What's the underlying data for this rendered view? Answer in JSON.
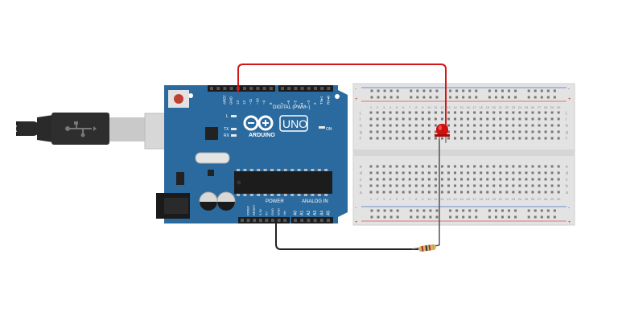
{
  "board": {
    "logo_text": "UNO",
    "brand_text": "ARDUINO",
    "digital_label": "DIGITAL (PWM~)",
    "power_label": "POWER",
    "analog_label": "ANALOG IN",
    "on_label": "ON",
    "led_labels": [
      "L",
      "TX",
      "RX"
    ],
    "top_header_pins": [
      "AREF",
      "GND",
      "13",
      "12",
      "~11",
      "~10",
      "~9",
      "8",
      "7",
      "~6",
      "~5",
      "4",
      "~3",
      "2",
      "TX▸1",
      "RX◂0"
    ],
    "power_pins": [
      "IOREF",
      "RESET",
      "3.3V",
      "5V",
      "GND",
      "GND",
      "Vin"
    ],
    "analog_pins": [
      "A0",
      "A1",
      "A2",
      "A3",
      "A4",
      "A5"
    ]
  },
  "breadboard": {
    "row_letters_top": [
      "j",
      "i",
      "h",
      "g",
      "f"
    ],
    "row_letters_bottom": [
      "e",
      "d",
      "c",
      "b",
      "a"
    ],
    "column_count": 30,
    "rail_minus": "-",
    "rail_plus": "+"
  },
  "components": {
    "led": {
      "color": "#d01010"
    },
    "wire_signal": {
      "color": "#d01818"
    },
    "wire_ground": {
      "color": "#222222"
    },
    "resistor": {
      "body_color": "#d8b46a"
    }
  },
  "colors": {
    "board_blue": "#2b6a9e",
    "header_black": "#1c1c1c",
    "breadboard": "#e3e3e3",
    "rail_red": "#e05050",
    "rail_blue": "#4a6ec8"
  }
}
